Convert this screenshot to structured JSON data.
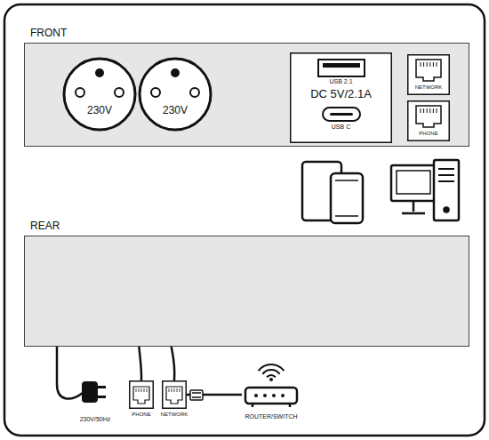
{
  "diagram": {
    "nodes": [
      {
        "text": [
          "FRONT"
        ]
      },
      {
        "text": [
          "230V"
        ],
        "in": 0
      },
      {
        "text": [
          "230V"
        ],
        "in": 0
      },
      {
        "text": [
          "USB 2.1",
          "DC 5V/2.1A",
          "USB C"
        ],
        "in": 0
      },
      {
        "text": [
          "NETWORK"
        ],
        "in": 0
      },
      {
        "text": [
          "PHONE"
        ],
        "in": 0
      },
      {
        "text": [
          "REAR"
        ]
      },
      {
        "text": [
          "PHONE"
        ]
      },
      {
        "text": [
          "NETWORK"
        ]
      },
      {
        "text": [
          "ROUTER/SWITCH"
        ]
      }
    ],
    "edges": [
      {
        "from": 8,
        "to": 9,
        "arrow": "none"
      }
    ],
    "labels": [
      "230V/50Hz"
    ]
  }
}
